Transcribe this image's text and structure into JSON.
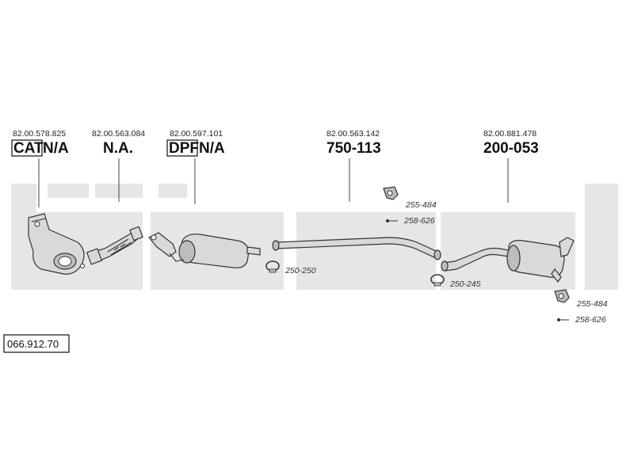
{
  "assemblies": [
    {
      "oe_number": "82.00.578.825",
      "prefix": "CAT",
      "part_number": "N/A"
    },
    {
      "oe_number": "82.00.563.084",
      "prefix": "",
      "part_number": "N.A."
    },
    {
      "oe_number": "82.00.597.101",
      "prefix": "DPF",
      "part_number": "N/A"
    },
    {
      "oe_number": "82.00.563.142",
      "prefix": "",
      "part_number": "750-113"
    },
    {
      "oe_number": "82.00.881.478",
      "prefix": "",
      "part_number": "200-053"
    }
  ],
  "accessories": [
    {
      "label": "255-484",
      "icon": "rubber-mount-icon"
    },
    {
      "label": "258-626",
      "icon": "bolt-icon"
    },
    {
      "label": "250-250",
      "icon": "clamp-ring-icon"
    },
    {
      "label": "250-245",
      "icon": "clamp-ring-icon"
    },
    {
      "label": "255-484",
      "icon": "rubber-mount-icon"
    },
    {
      "label": "258-626",
      "icon": "bolt-icon"
    }
  ],
  "diagram_number": "066.912.70"
}
